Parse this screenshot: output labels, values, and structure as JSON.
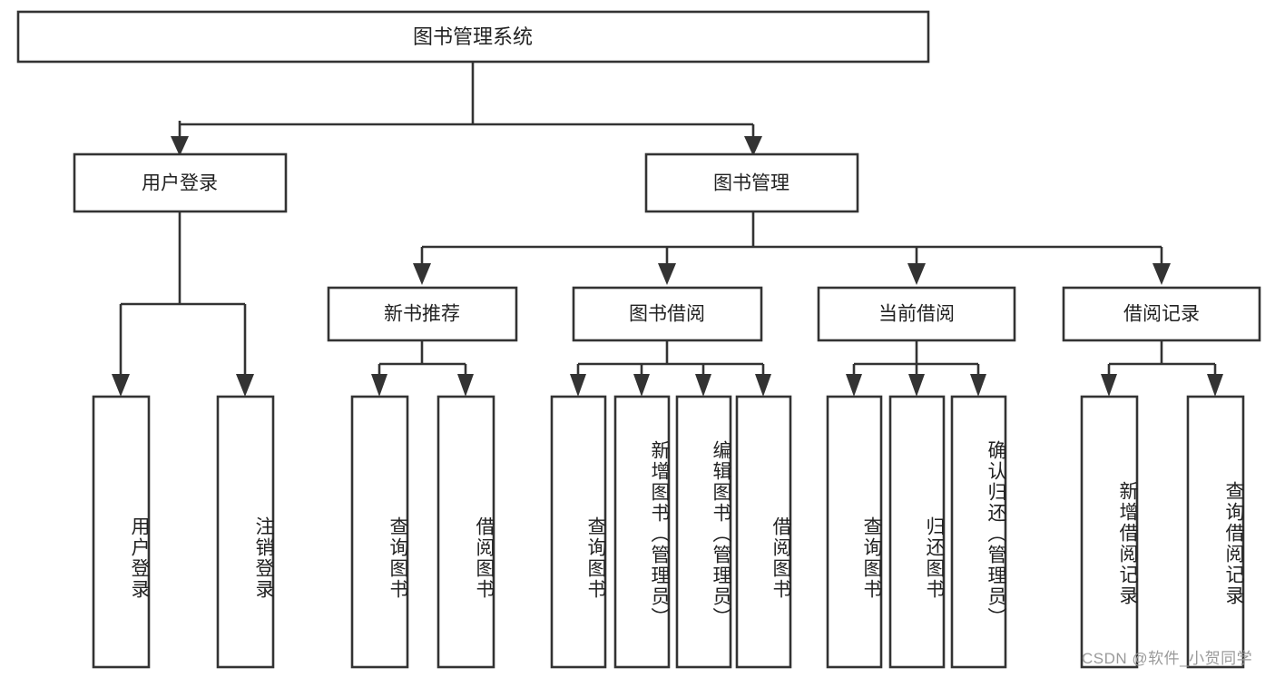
{
  "diagram": {
    "type": "hierarchy-tree",
    "title": "图书管理系统",
    "watermark": "CSDN @软件_小贺同学",
    "colors": {
      "stroke": "#333333",
      "fill": "#ffffff",
      "text": "#222222",
      "watermark": "#9a9a9a"
    },
    "nodes": {
      "root": "图书管理系统",
      "level1": {
        "user_login": "用户登录",
        "book_manage": "图书管理"
      },
      "level2": {
        "new_book_rec": "新书推荐",
        "book_borrow": "图书借阅",
        "current_borrow": "当前借阅",
        "borrow_record": "借阅记录"
      },
      "leaves": {
        "user_login": [
          "用户登录",
          "注销登录"
        ],
        "new_book_rec": [
          "查询图书",
          "借阅图书"
        ],
        "book_borrow": [
          "查询图书",
          "新增图书（管理员）",
          "编辑图书（管理员）",
          "借阅图书"
        ],
        "current_borrow": [
          "查询图书",
          "归还图书",
          "确认归还（管理员）"
        ],
        "borrow_record": [
          "新增借阅记录",
          "查询借阅记录"
        ]
      }
    },
    "edges": [
      {
        "from": "图书管理系统",
        "to": "用户登录"
      },
      {
        "from": "图书管理系统",
        "to": "图书管理"
      },
      {
        "from": "图书管理",
        "to": "新书推荐"
      },
      {
        "from": "图书管理",
        "to": "图书借阅"
      },
      {
        "from": "图书管理",
        "to": "当前借阅"
      },
      {
        "from": "图书管理",
        "to": "借阅记录"
      },
      {
        "from": "用户登录",
        "to": "用户登录"
      },
      {
        "from": "用户登录",
        "to": "注销登录"
      },
      {
        "from": "新书推荐",
        "to": "查询图书"
      },
      {
        "from": "新书推荐",
        "to": "借阅图书"
      },
      {
        "from": "图书借阅",
        "to": "查询图书"
      },
      {
        "from": "图书借阅",
        "to": "新增图书（管理员）"
      },
      {
        "from": "图书借阅",
        "to": "编辑图书（管理员）"
      },
      {
        "from": "图书借阅",
        "to": "借阅图书"
      },
      {
        "from": "当前借阅",
        "to": "查询图书"
      },
      {
        "from": "当前借阅",
        "to": "归还图书"
      },
      {
        "from": "当前借阅",
        "to": "确认归还（管理员）"
      },
      {
        "from": "借阅记录",
        "to": "新增借阅记录"
      },
      {
        "from": "借阅记录",
        "to": "查询借阅记录"
      }
    ]
  }
}
